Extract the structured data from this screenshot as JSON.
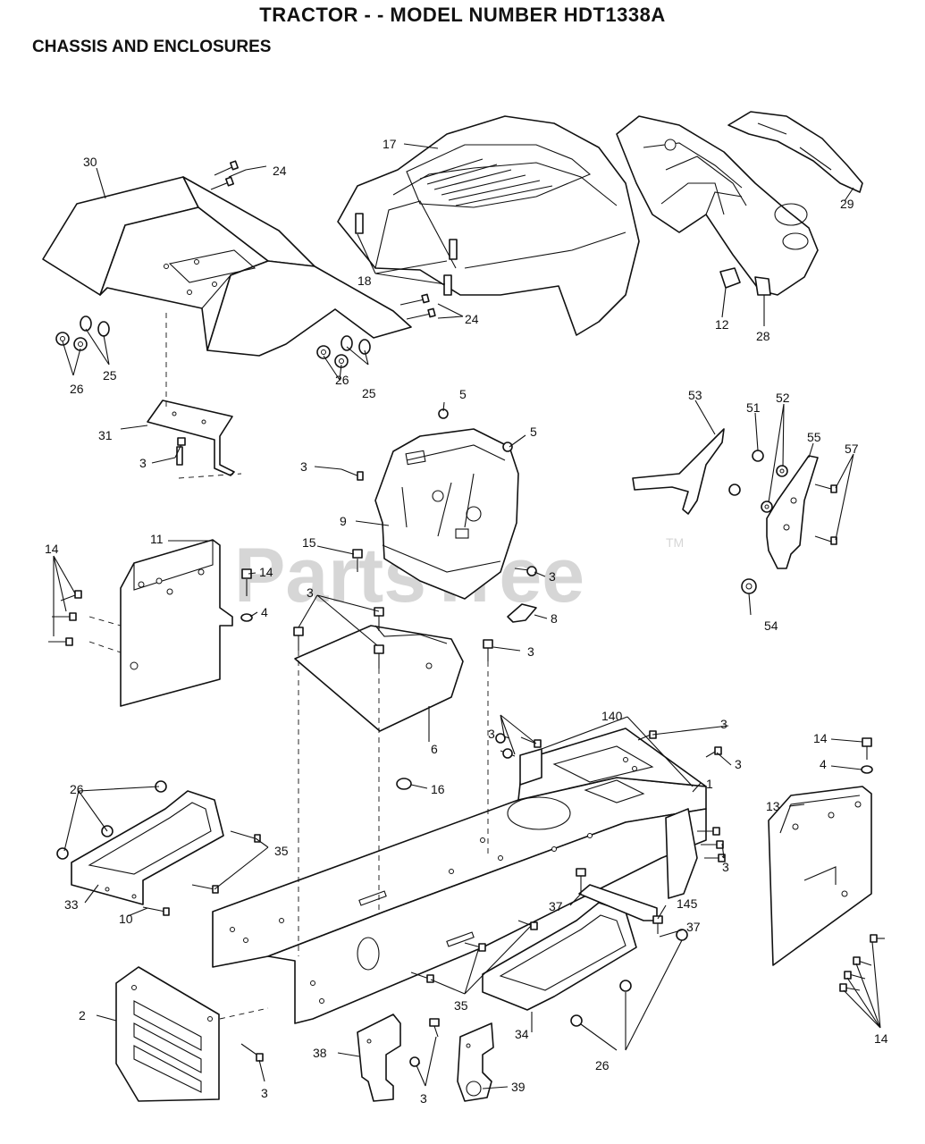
{
  "header": {
    "title": "TRACTOR - - MODEL NUMBER HDT1338A",
    "subtitle": "CHASSIS AND ENCLOSURES"
  },
  "watermark": {
    "text": "PartsTree",
    "tm": "TM"
  },
  "callouts": {
    "c1": "1",
    "c2": "2",
    "c3": "3",
    "c4": "4",
    "c5": "5",
    "c6": "6",
    "c8": "8",
    "c9": "9",
    "c10": "10",
    "c11": "11",
    "c12": "12",
    "c13": "13",
    "c14": "14",
    "c15": "15",
    "c16": "16",
    "c17": "17",
    "c18": "18",
    "c24": "24",
    "c25": "25",
    "c26": "26",
    "c28": "28",
    "c29": "29",
    "c30": "30",
    "c31": "31",
    "c33": "33",
    "c34": "34",
    "c35": "35",
    "c37": "37",
    "c38": "38",
    "c39": "39",
    "c51": "51",
    "c52": "52",
    "c53": "53",
    "c54": "54",
    "c55": "55",
    "c57": "57",
    "c140": "140",
    "c145": "145"
  }
}
